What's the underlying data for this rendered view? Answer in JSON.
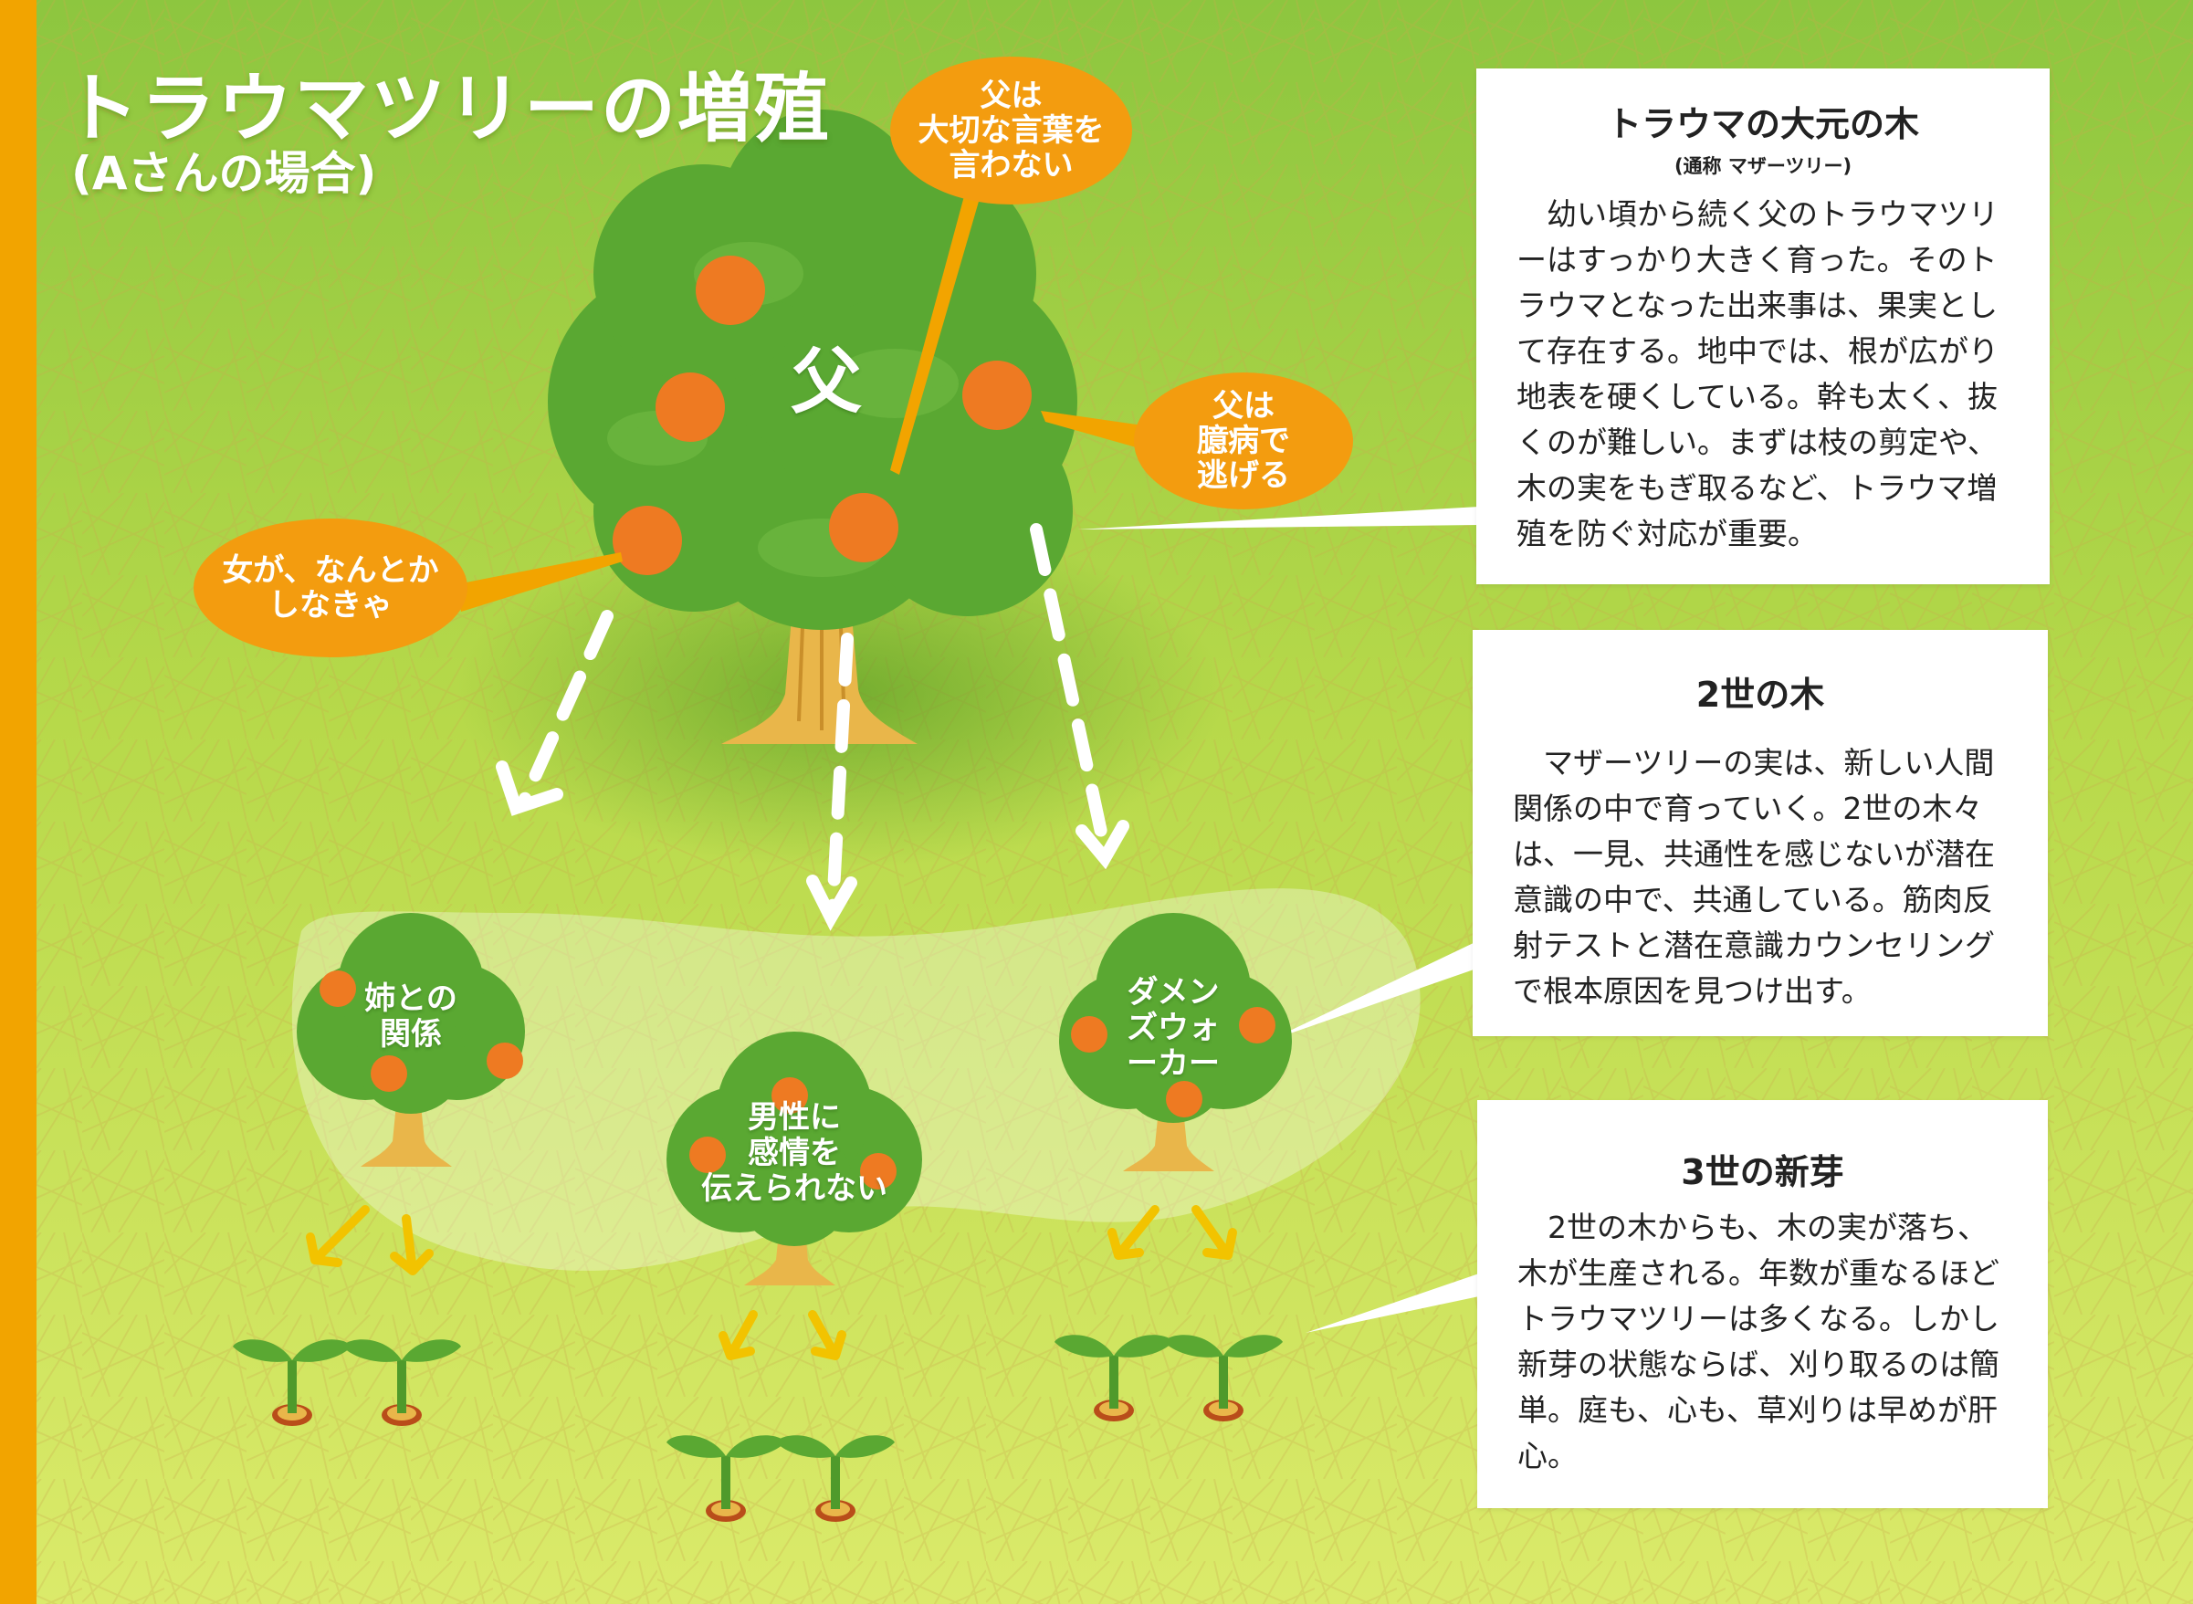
{
  "title": "トラウマツリーの増殖",
  "subtitle": "(Aさんの場合)",
  "colors": {
    "frame": "#f2a400",
    "bubble": "#f39c0f",
    "leaf": "#5aa832",
    "fruit": "#ee7a22",
    "trunk": "#e9b64a"
  },
  "mother_tree": {
    "label": "父",
    "bubbles": [
      "父は\n大切な言葉を\n言わない",
      "父は\n臆病で\n逃げる",
      "女が、なんとか\nしなきゃ"
    ]
  },
  "second_trees": [
    "姉との\n関係",
    "男性に\n感情を\n伝えられない",
    "ダメン\nズウォ\nーカー"
  ],
  "panels": [
    {
      "title": "トラウマの大元の木",
      "note": "(通称 マザーツリー)",
      "body": "幼い頃から続く父のトラウマツリーはすっかり大きく育った。そのトラウマとなった出来事は、果実として存在する。地中では、根が広がり地表を硬くしている。幹も太く、抜くのが難しい。まずは枝の剪定や、木の実をもぎ取るなど、トラウマ増殖を防ぐ対応が重要。"
    },
    {
      "title": "2世の木",
      "note": "",
      "body": "マザーツリーの実は、新しい人間関係の中で育っていく。2世の木々は、一見、共通性を感じないが潜在意識の中で、共通している。筋肉反射テストと潜在意識カウンセリングで根本原因を見つけ出す。"
    },
    {
      "title": "3世の新芽",
      "note": "",
      "body": "2世の木からも、木の実が落ち、木が生産される。年数が重なるほどトラウマツリーは多くなる。しかし新芽の状態ならば、刈り取るのは簡単。庭も、心も、草刈りは早めが肝心。"
    }
  ]
}
